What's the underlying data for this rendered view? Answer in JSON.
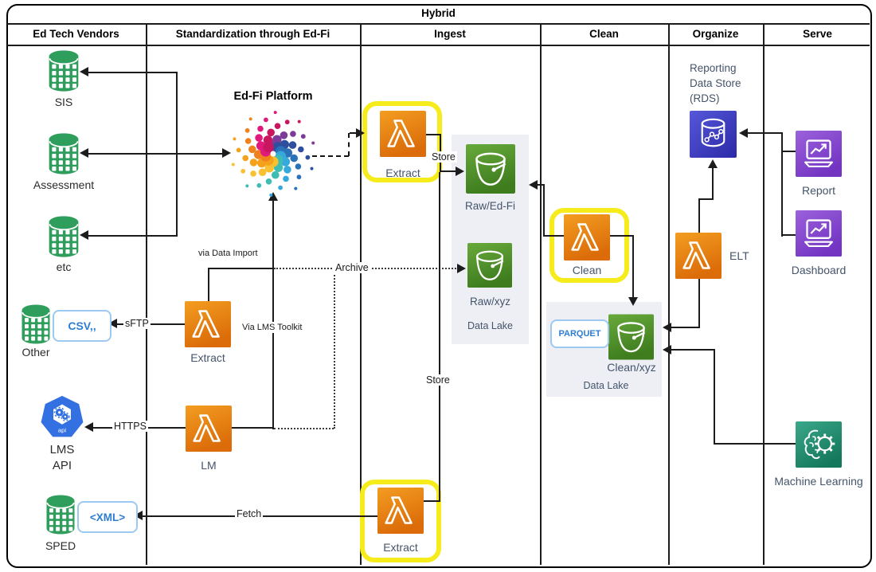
{
  "title": "Hybrid",
  "columns": {
    "c1": "Ed Tech Vendors",
    "c2": "Standardization through Ed-Fi",
    "c3": "Ingest",
    "c4": "Clean",
    "c5": "Organize",
    "c6": "Serve"
  },
  "vendors": {
    "sis": "SIS",
    "assessment": "Assessment",
    "etc": "etc",
    "other": "Other",
    "csv_badge": "CSV,,",
    "lms_line1": "LMS",
    "lms_line2": "API",
    "sped": "SPED",
    "xml_badge": "<XML>"
  },
  "edfi": {
    "platform": "Ed-Fi Platform",
    "extract": "Extract",
    "lm": "LM",
    "via_data_import": "via Data Import",
    "via_lms_toolkit": "Via LMS Toolkit",
    "sftp": "sFTP",
    "https": "HTTPS"
  },
  "ingest": {
    "extract_top": "Extract",
    "extract_bottom": "Extract",
    "store_top": "Store",
    "store_bottom": "Store",
    "archive": "Archive",
    "fetch": "Fetch",
    "raw_edfi": "Raw/Ed-Fi",
    "raw_xyz": "Raw/xyz",
    "data_lake": "Data Lake"
  },
  "clean": {
    "lambda": "Clean",
    "parquet_badge": "PARQUET",
    "bucket": "Clean/xyz",
    "data_lake": "Data Lake"
  },
  "organize": {
    "rds_title": "Reporting Data Store (RDS)",
    "elt": "ELT"
  },
  "serve": {
    "report": "Report",
    "dashboard": "Dashboard",
    "machine_learning": "Machine Learning"
  },
  "colors": {
    "lambda_orange": "#ec7211",
    "bucket_green": "#4f8f26",
    "db_green": "#2f9e5c",
    "rds_blue": "#3b3ac0",
    "laptop_purple": "#8344ce",
    "ml_teal": "#2a9475",
    "api_blue": "#3371e3",
    "highlight_yellow": "#f7ec1b",
    "datalake_gray": "#edeff5",
    "badge_blue": "#2e7dd1",
    "label_slate": "#44546a",
    "edfi_logo_arms": [
      "#7c3a99",
      "#2f4f9e",
      "#2b72b8",
      "#36a9dc",
      "#40bdb3",
      "#f9c032",
      "#f5a11c",
      "#f0821e",
      "#e01a7d",
      "#c8175f"
    ]
  }
}
